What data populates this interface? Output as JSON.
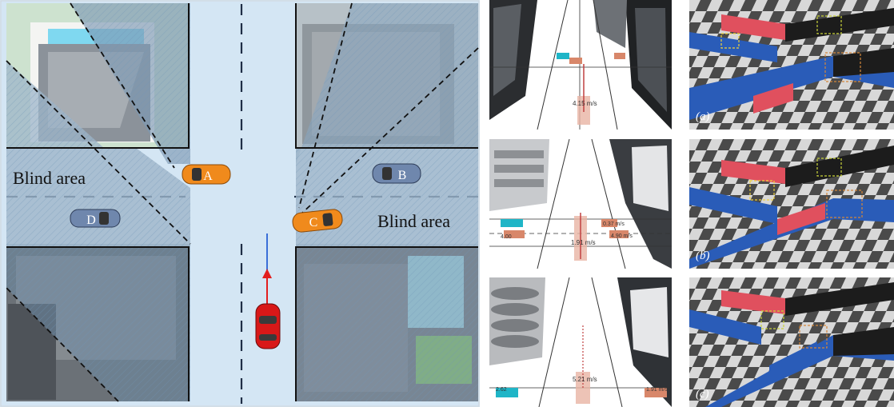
{
  "map": {
    "blind_left": "Blind area",
    "blind_right": "Blind area",
    "cars": [
      {
        "label": "A",
        "kind": "orange"
      },
      {
        "label": "B",
        "kind": "gray"
      },
      {
        "label": "C",
        "kind": "orange"
      },
      {
        "label": "D",
        "kind": "gray"
      }
    ]
  },
  "sims": [
    {
      "speed": "4.15 m/s",
      "side_labels": []
    },
    {
      "speed": "1.91 m/s",
      "side_labels": [
        "4.00",
        "0.37 m/s",
        "4.90 m/s"
      ]
    },
    {
      "speed": "5.21 m/s",
      "side_labels": [
        "2.62",
        "1.91 m/s"
      ]
    }
  ],
  "photos": [
    {
      "label": "(a)"
    },
    {
      "label": "(b)"
    },
    {
      "label": "(c)"
    }
  ],
  "colors": {
    "road": "#d4e6f4",
    "shade": "#9db5c9",
    "orange_car": "#f08a1c",
    "gray_car": "#6f87ad",
    "ego_car": "#d81818",
    "path_blue": "#3a6fd8",
    "path_red": "#e21e1e",
    "lego_blue": "#2a5cb8",
    "lego_red": "#e0505e"
  }
}
